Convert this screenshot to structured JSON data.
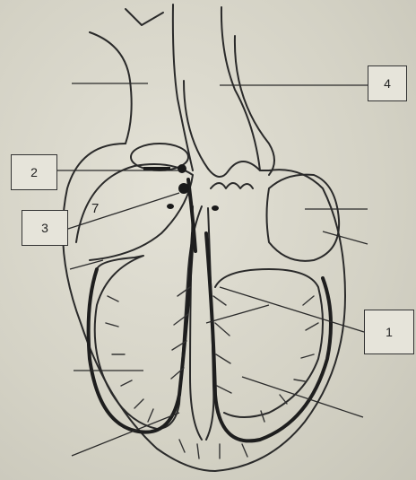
{
  "diagram": {
    "labels": [
      {
        "id": "box-2",
        "text": "2"
      },
      {
        "id": "box-3",
        "text": "3"
      },
      {
        "id": "box-4",
        "text": "4"
      },
      {
        "id": "box-1",
        "text": "1"
      }
    ],
    "annotation": "7"
  },
  "colors": {
    "ink": "#222222",
    "paper": "#dcdace"
  }
}
